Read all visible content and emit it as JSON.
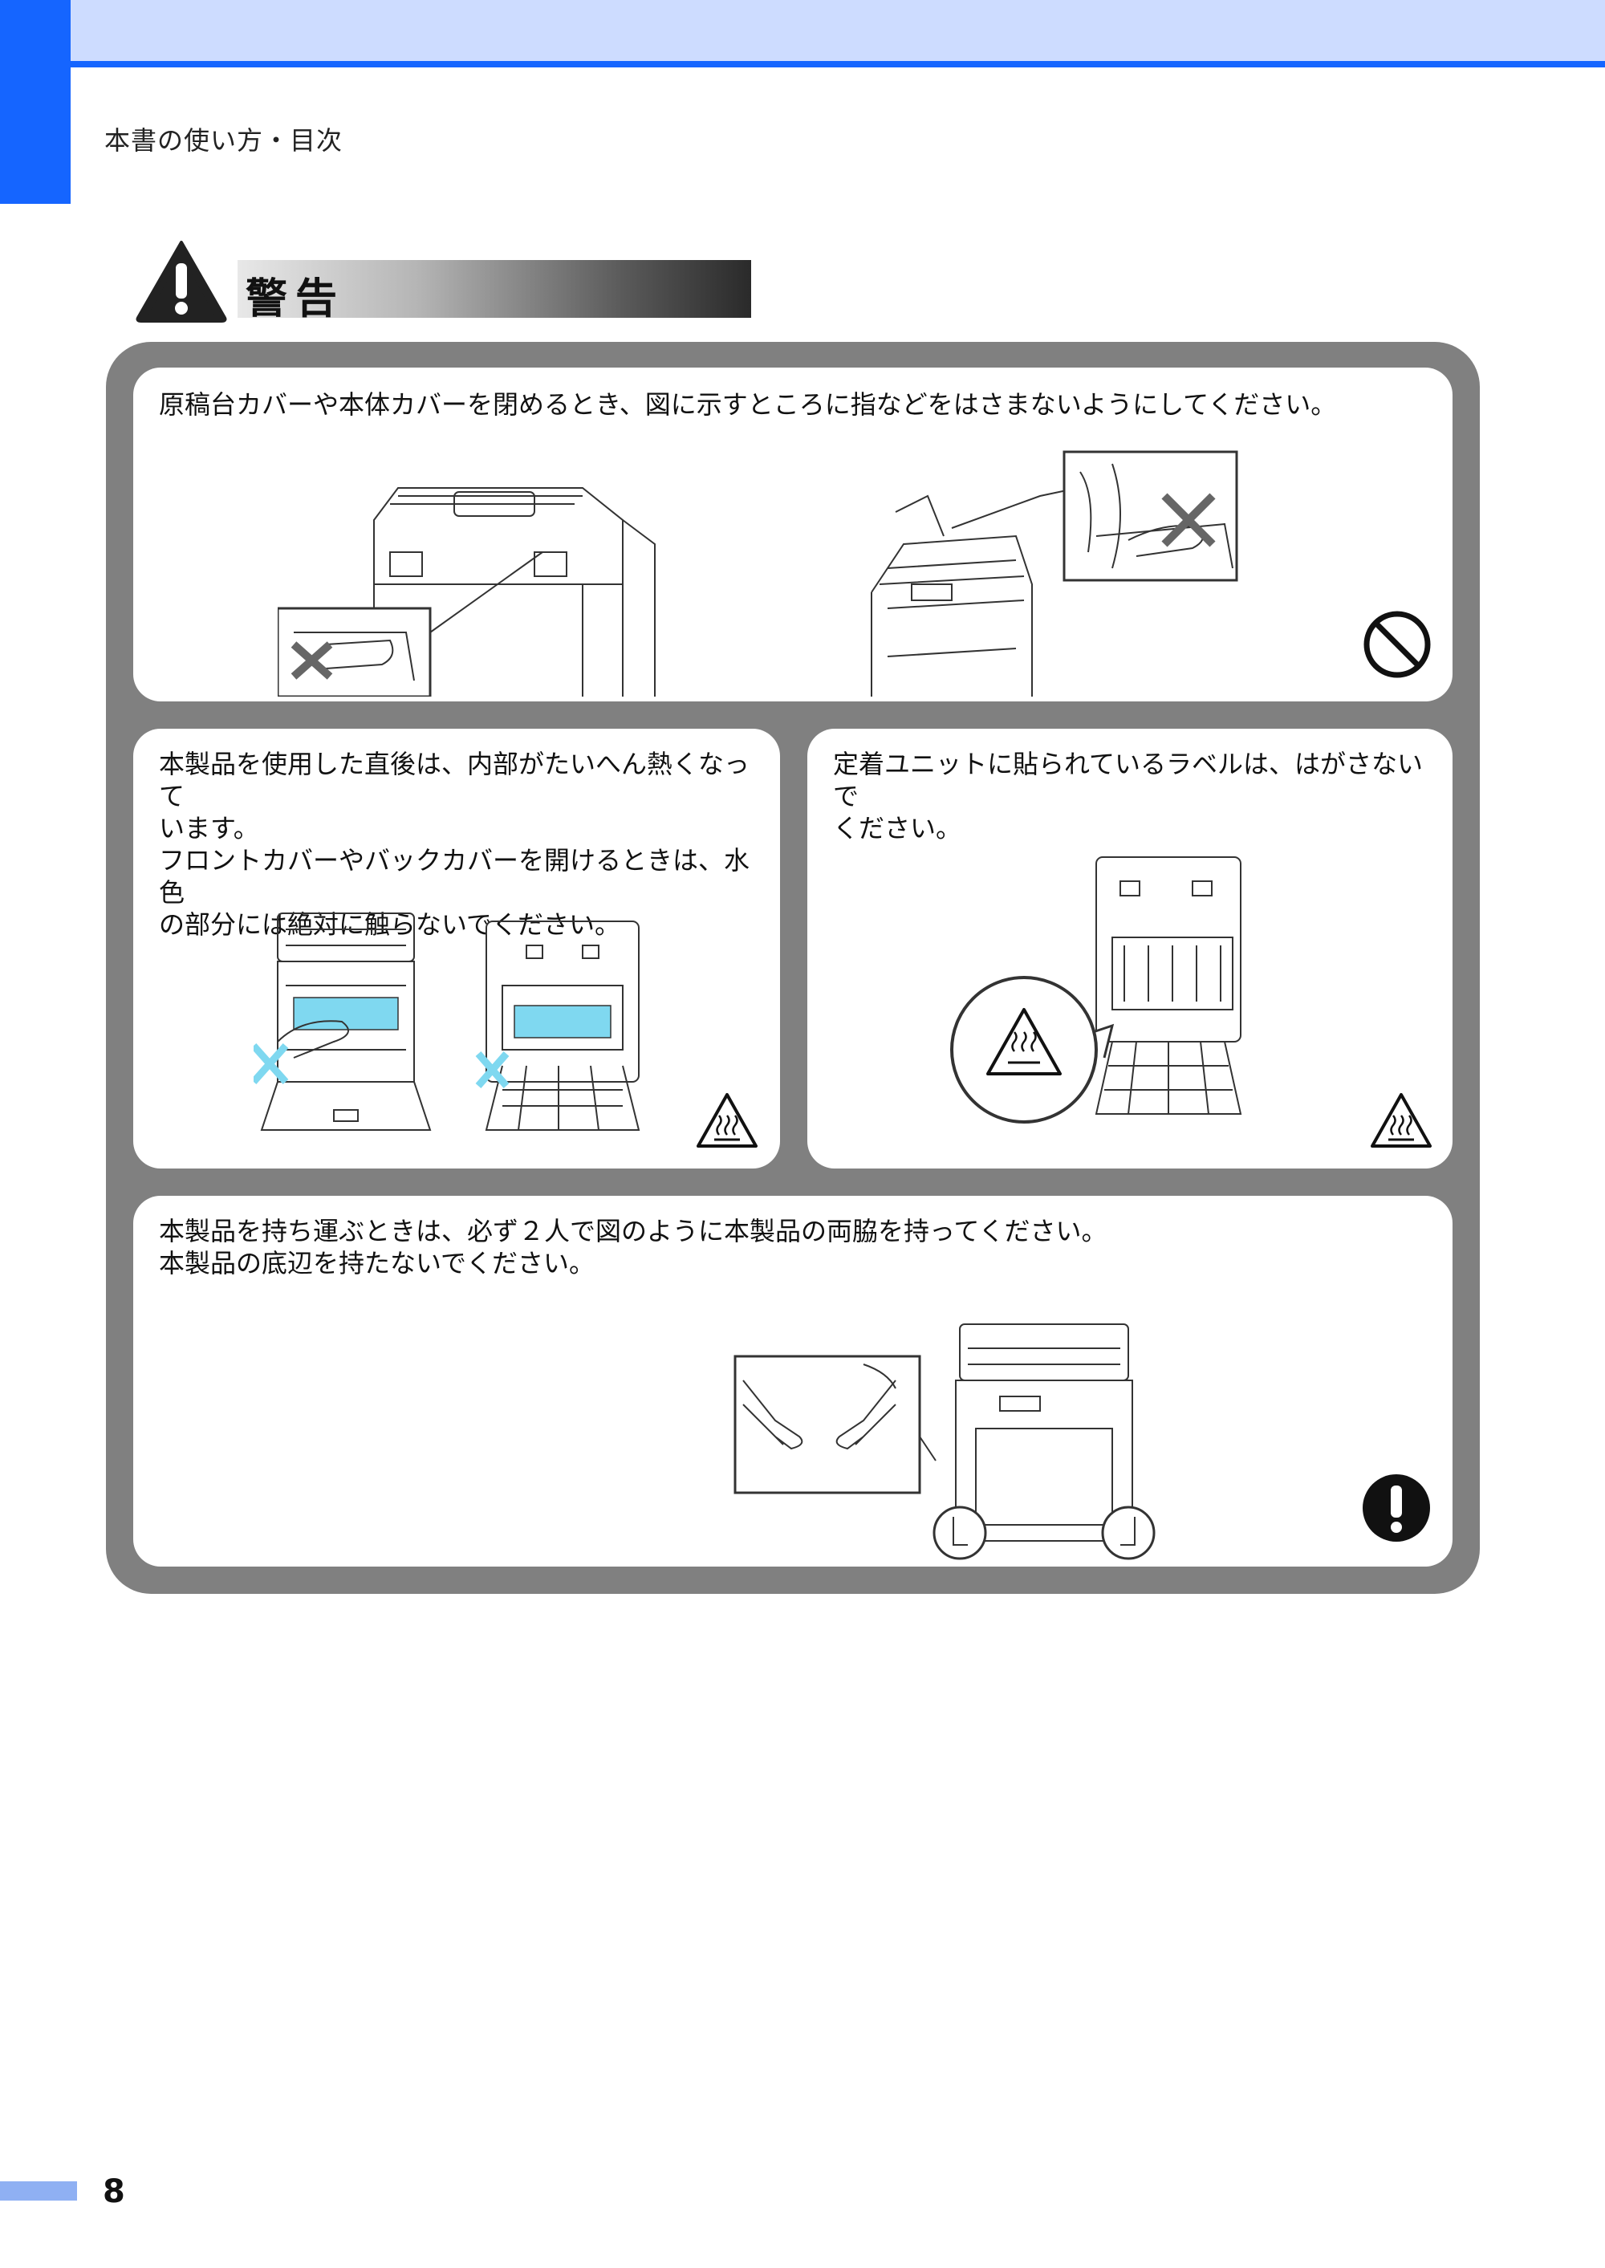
{
  "header": {
    "breadcrumb": "本書の使い方・目次"
  },
  "warning": {
    "title": "警告",
    "icon": "warning-triangle-icon"
  },
  "sections": {
    "lid_cover": {
      "text": "原稿台カバーや本体カバーを閉めるとき、図に示すところに指などをはさまないようにしてください。",
      "symbol": "prohibited-icon"
    },
    "hot_inside": {
      "text": "本製品を使用した直後は、内部がたいへん熱くなって\nいます。\nフロントカバーやバックカバーを開けるときは、水色\nの部分には絶対に触らないでください。",
      "symbol": "hot-surface-icon"
    },
    "fuser_label": {
      "text": "定着ユニットに貼られているラベルは、はがさないで\nください。",
      "symbol": "hot-surface-icon"
    },
    "carry": {
      "text": "本製品を持ち運ぶときは、必ず２人で図のように本製品の両脇を持ってください。\n本製品の底辺を持たないでください。",
      "symbol": "mandatory-icon"
    }
  },
  "footer": {
    "page_number": "8"
  },
  "colors": {
    "accent": "#1565ff",
    "band": "#cddcff",
    "frame": "#808080",
    "highlight": "#7fd8f0"
  }
}
